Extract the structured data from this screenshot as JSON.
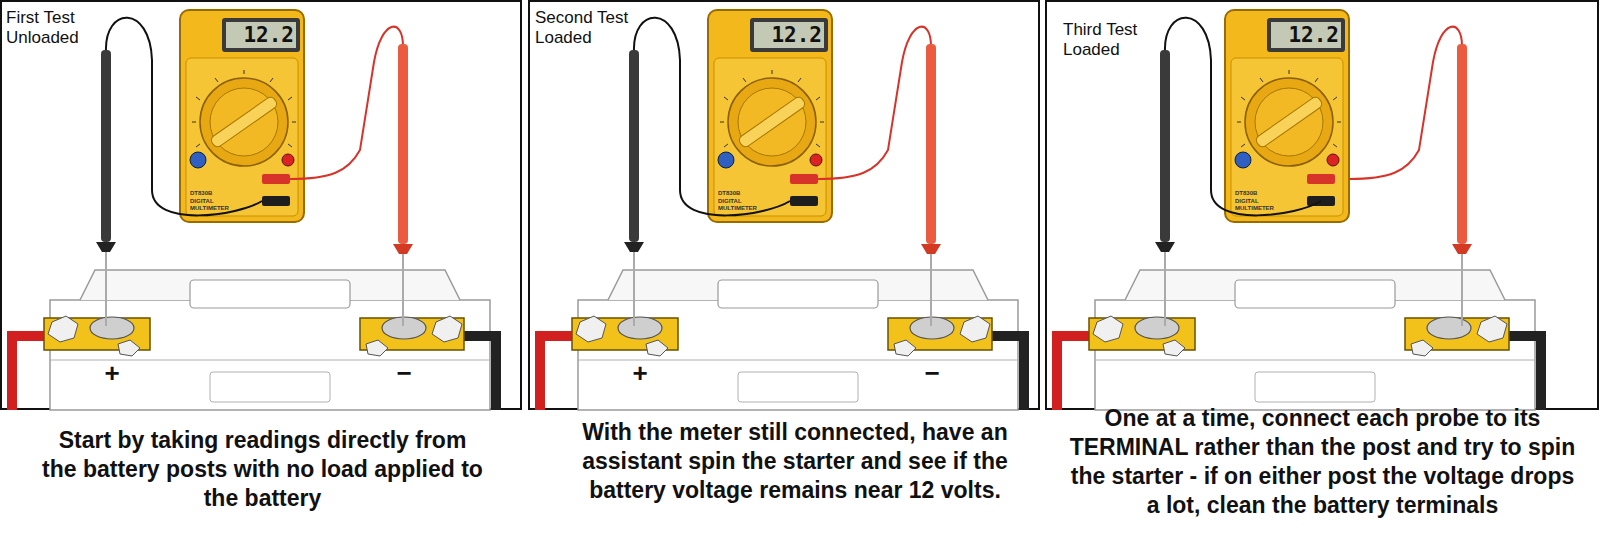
{
  "diagram": {
    "labels": [
      "First Test Unloaded",
      "12.2",
      "DT830B",
      "DIGITAL MULTIMETER",
      "+",
      "−",
      "Start by taking readings directly from the battery posts with no load applied to the battery",
      "Second Test Loaded",
      "12.2",
      "DT830B",
      "DIGITAL MULTIMETER",
      "+",
      "−",
      "With the meter still connected, have an assistant spin the starter and see if the battery voltage remains near 12 volts.",
      "Third Test Loaded",
      "12.2",
      "DT830B",
      "DIGITAL MULTIMETER",
      "One at a time, connect each probe to its TERMINAL rather than the post and try to spin the starter - if on either post the voltage drops a lot, clean the battery terminals"
    ]
  }
}
